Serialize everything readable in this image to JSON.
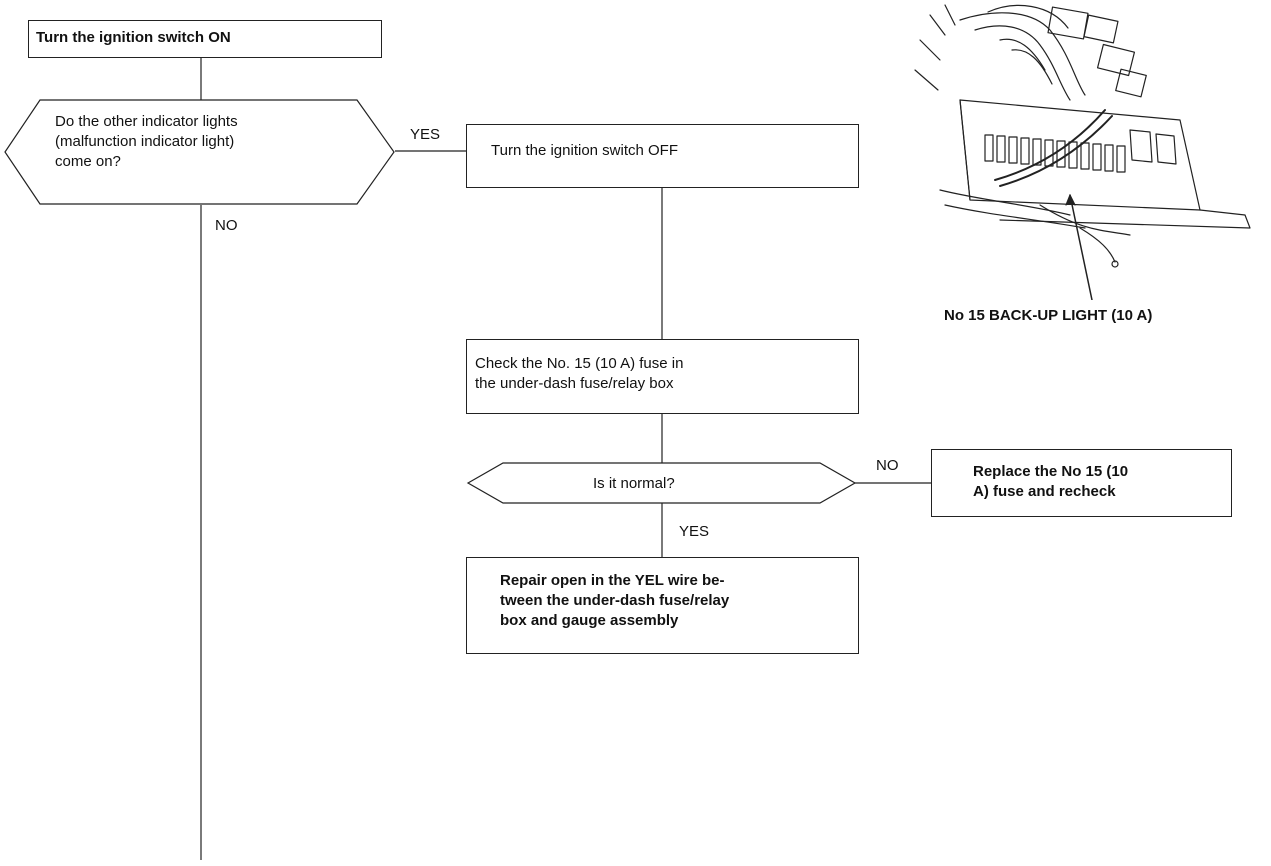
{
  "steps": {
    "start": "Turn the ignition switch ON",
    "q_indicator_lines": [
      "Do the other indicator lights",
      "(malfunction indicator light)",
      "come on?"
    ],
    "turn_off": "Turn the ignition switch OFF",
    "check_fuse_lines": [
      "Check the No. 15 (10 A) fuse in",
      "the under-dash fuse/relay box"
    ],
    "q_normal": "Is it normal?",
    "replace_fuse_lines": [
      "Replace the No  15 (10",
      "A) fuse and recheck"
    ],
    "repair_lines": [
      "Repair open in the YEL wire be-",
      "tween the under-dash fuse/relay",
      "box and gauge assembly"
    ]
  },
  "branch_labels": {
    "yes_indicator": "YES",
    "no_indicator": "NO",
    "no_normal": "NO",
    "yes_normal": "YES"
  },
  "figure": {
    "caption": "No  15 BACK-UP LIGHT (10 A)",
    "illustration_icon": "fuse-relay-box-illustration"
  }
}
